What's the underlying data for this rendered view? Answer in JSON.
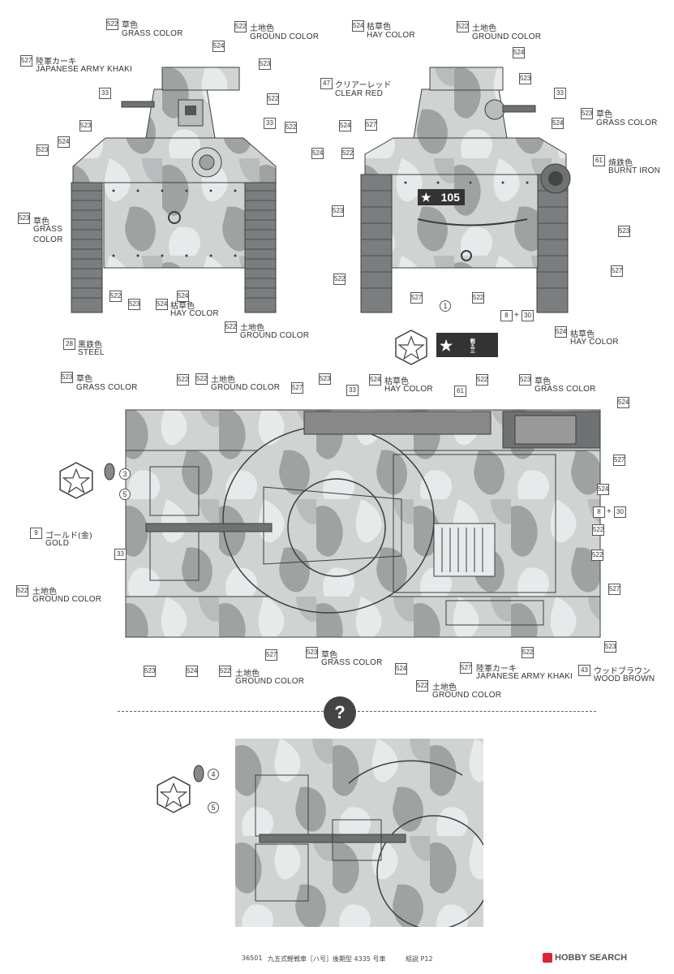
{
  "colors": {
    "grass": "#9ea3a2",
    "ground": "#cfd3d2",
    "hay": "#e7eaea",
    "khaki": "#b8bcbc",
    "steel": "#6e7272",
    "outline": "#3d3f40"
  },
  "front_view": {
    "labels": [
      {
        "code": "522",
        "jp": "草色",
        "en": "GRASS COLOR"
      },
      {
        "code": "522",
        "jp": "土地色",
        "en": "GROUND COLOR"
      },
      {
        "code": "527",
        "jp": "陸軍カーキ",
        "en": "JAPANESE ARMY KHAKI"
      },
      {
        "code": "523",
        "jp": "草色",
        "en": "GRASS",
        "en2": "COLOR"
      },
      {
        "code": "524",
        "jp": "枯草色",
        "en": "HAY COLOR"
      },
      {
        "code": "522",
        "jp": "土地色",
        "en": "GROUND COLOR"
      },
      {
        "code": "28",
        "jp": "黒鉄色",
        "en": "STEEL"
      }
    ],
    "refs": [
      "524",
      "523",
      "33",
      "522",
      "33",
      "523",
      "522",
      "523",
      "524",
      "524",
      "522",
      "523",
      "524",
      "523",
      "522",
      "524"
    ]
  },
  "rear_view": {
    "labels": [
      {
        "code": "524",
        "jp": "枯草色",
        "en": "HAY COLOR"
      },
      {
        "code": "522",
        "jp": "土地色",
        "en": "GROUND COLOR"
      },
      {
        "code": "47",
        "jp": "クリアーレッド",
        "en": "CLEAR RED"
      },
      {
        "code": "523",
        "jp": "草色",
        "en": "GRASS COLOR"
      },
      {
        "code": "61",
        "jp": "焼鉄色",
        "en": "BURNT IRON"
      },
      {
        "code": "524",
        "jp": "枯草色",
        "en": "HAY COLOR"
      }
    ],
    "refs": [
      "524",
      "523",
      "33",
      "524",
      "527",
      "524",
      "522",
      "523",
      "523",
      "527",
      "522",
      "527",
      "522",
      "522",
      "523",
      "527"
    ],
    "marking_text": "105",
    "marking_kanji": "戦五三",
    "decal_number": "1",
    "decal_combo": [
      "8",
      "30"
    ]
  },
  "top_view": {
    "labels": [
      {
        "code": "523",
        "jp": "草色",
        "en": "GRASS COLOR"
      },
      {
        "code": "522",
        "jp": "土地色",
        "en": "GROUND COLOR"
      },
      {
        "code": "524",
        "jp": "枯草色",
        "en": "HAY COLOR"
      },
      {
        "code": "523",
        "jp": "草色",
        "en": "GRASS COLOR"
      },
      {
        "code": "9",
        "jp": "ゴールド(金)",
        "en": "GOLD"
      },
      {
        "code": "522",
        "jp": "土地色",
        "en": "GROUND COLOR"
      },
      {
        "code": "523",
        "jp": "草色",
        "en": "GRASS COLOR"
      },
      {
        "code": "522",
        "jp": "土地色",
        "en": "GROUND COLOR"
      },
      {
        "code": "527",
        "jp": "陸軍カーキ",
        "en": "JAPANESE ARMY KHAKI"
      },
      {
        "code": "43",
        "jp": "ウッドブラウン",
        "en": "WOOD BROWN"
      },
      {
        "code": "522",
        "jp": "土地色",
        "en": "GROUND COLOR"
      }
    ],
    "refs": [
      "527",
      "523",
      "33",
      "61",
      "522",
      "524",
      "527",
      "524",
      "522",
      "522",
      "527",
      "523",
      "33",
      "522",
      "523",
      "524",
      "527",
      "524",
      "522"
    ],
    "decals": [
      "3",
      "5"
    ],
    "decal_combo": [
      "8",
      "30"
    ]
  },
  "detail_view": {
    "decals": [
      "4",
      "5"
    ],
    "badge": "?"
  },
  "footer": {
    "code": "36501",
    "title": "九五式軽戦車［ハ号］後期型 4335 号車",
    "page": "組説 P12",
    "brand": "HOBBY SEARCH"
  }
}
